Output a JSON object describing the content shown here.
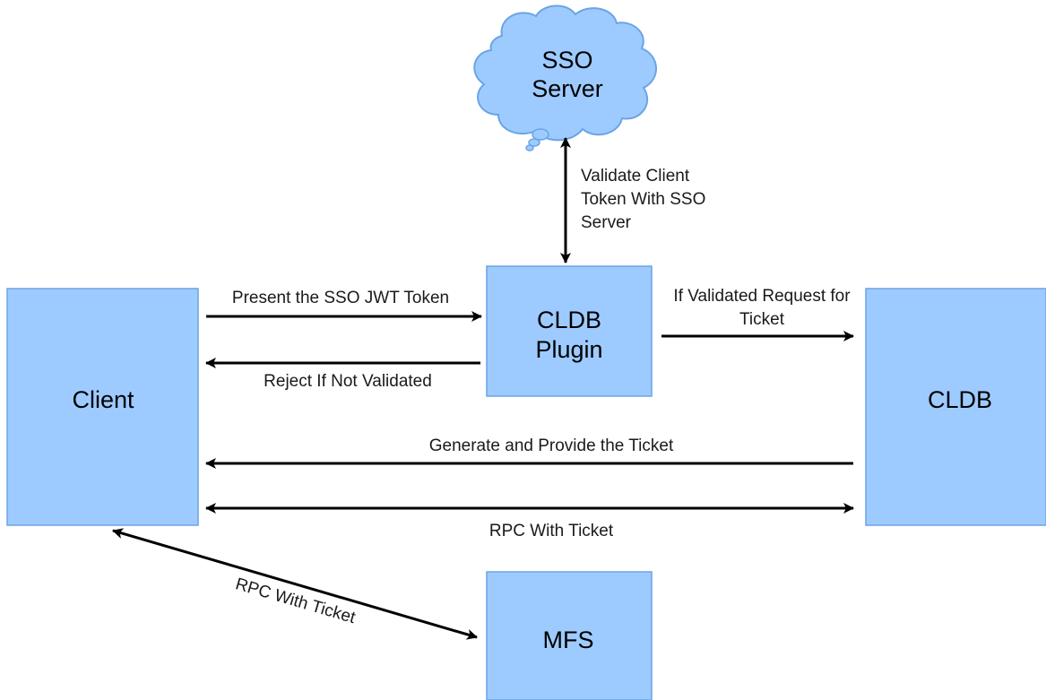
{
  "colors": {
    "node_fill": "#9ecbff",
    "node_stroke": "#6aa4e6",
    "arrow": "#000000",
    "background": "#ffffff"
  },
  "nodes": {
    "sso_server": {
      "line1": "SSO",
      "line2": "Server",
      "shape": "cloud"
    },
    "cldb_plugin": {
      "line1": "CLDB",
      "line2": "Plugin"
    },
    "client": {
      "label": "Client"
    },
    "cldb": {
      "label": "CLDB"
    },
    "mfs": {
      "label": "MFS"
    }
  },
  "edges": {
    "validate": {
      "line1": "Validate Client",
      "line2": "Token With SSO",
      "line3": "Server",
      "direction": "both"
    },
    "present_token": {
      "label": "Present the SSO JWT Token",
      "direction": "to-plugin"
    },
    "reject": {
      "label": "Reject If Not Validated",
      "direction": "to-client"
    },
    "request_ticket": {
      "line1": "If Validated Request for",
      "line2": "Ticket",
      "direction": "to-cldb"
    },
    "provide_ticket": {
      "label": "Generate and Provide the Ticket",
      "direction": "to-client"
    },
    "rpc_cldb": {
      "label": "RPC With Ticket",
      "direction": "both"
    },
    "rpc_mfs": {
      "label": "RPC With Ticket",
      "direction": "both"
    }
  }
}
